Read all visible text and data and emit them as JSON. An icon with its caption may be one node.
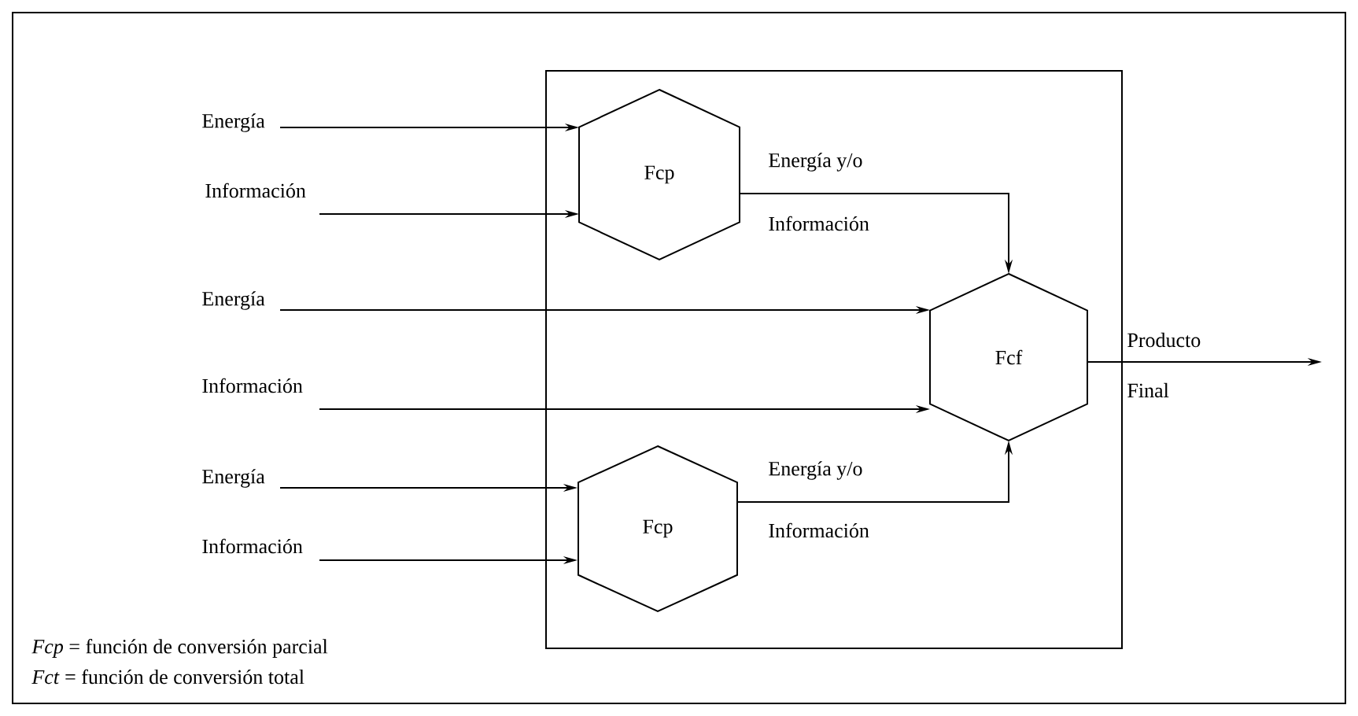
{
  "diagram": {
    "nodes": [
      {
        "text": [],
        "shape": "box"
      },
      {
        "text": [
          "Fcp"
        ],
        "in": 0
      },
      {
        "text": [
          "Fcf"
        ],
        "in": 0
      },
      {
        "text": [
          "Fcp"
        ],
        "in": 0
      },
      {
        "text": [
          "Energía"
        ]
      },
      {
        "text": [
          "Información"
        ]
      },
      {
        "text": [
          "Energía"
        ]
      },
      {
        "text": [
          "Información"
        ]
      },
      {
        "text": [
          "Energía"
        ]
      },
      {
        "text": [
          "Información"
        ]
      }
    ],
    "edges": [
      {
        "from": 4,
        "to": 1,
        "arrow": "to"
      },
      {
        "from": 5,
        "to": 1,
        "arrow": "to"
      },
      {
        "from": 6,
        "to": 2,
        "arrow": "to"
      },
      {
        "from": 7,
        "to": 2,
        "arrow": "to"
      },
      {
        "from": 8,
        "to": 3,
        "arrow": "to"
      },
      {
        "from": 9,
        "to": 3,
        "arrow": "to"
      },
      {
        "from": 1,
        "to": 2,
        "arrow": "to"
      },
      {
        "from": 3,
        "to": 2,
        "arrow": "to"
      },
      {
        "from": 2,
        "to": null,
        "arrow": "to"
      }
    ],
    "labels": [
      "Energía y/o",
      "Información",
      "Producto",
      "Final",
      "Energía y/o",
      "Información",
      "*Fcp* = función de conversión parcial",
      "*Fct* = función de conversión total"
    ]
  }
}
